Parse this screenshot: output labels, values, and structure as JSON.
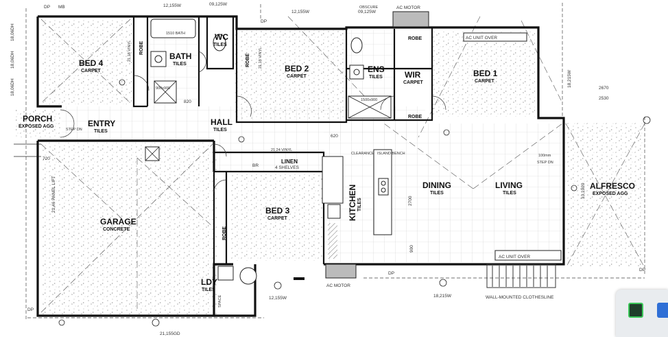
{
  "top_dims": {
    "dp": "DP",
    "mb": "MB",
    "w1": "12,155W",
    "w2": "09,125W",
    "w3": "12,155W",
    "obscure": "OBSCURE",
    "w4": "09,125W",
    "ac_motor_top": "AC MOTOR"
  },
  "left_dims": {
    "l1": "18,06DH",
    "l2": "18,06DH",
    "l3": "18,06DH"
  },
  "rooms": {
    "bed4": {
      "name": "BED 4",
      "floor": "CARPET"
    },
    "bath": {
      "name": "BATH",
      "floor": "TILES"
    },
    "wc": {
      "name": "WC",
      "floor": "TILES"
    },
    "bed2": {
      "name": "BED 2",
      "floor": "CARPET"
    },
    "ens": {
      "name": "ENS",
      "floor": "TILES"
    },
    "wir": {
      "name": "WIR",
      "floor": "CARPET"
    },
    "bed1": {
      "name": "BED 1",
      "floor": "CARPET"
    },
    "porch": {
      "name": "PORCH",
      "floor": "EXPOSED AGG"
    },
    "entry": {
      "name": "ENTRY",
      "floor": "TILES"
    },
    "hall": {
      "name": "HALL",
      "floor": "TILES"
    },
    "linen": {
      "name": "LINEN",
      "floor": "4 SHELVES"
    },
    "garage": {
      "name": "GARAGE",
      "floor": "CONCRETE"
    },
    "bed3": {
      "name": "BED 3",
      "floor": "CARPET"
    },
    "kitchen": {
      "name": "KITCHEN",
      "floor": "TILES"
    },
    "dining": {
      "name": "DINING",
      "floor": "TILES"
    },
    "living": {
      "name": "LIVING",
      "floor": "TILES"
    },
    "alfresco": {
      "name": "ALFRESCO",
      "floor": "EXPOSED AGG"
    },
    "ldy": {
      "name": "LDY",
      "floor": "TILES"
    }
  },
  "labels": {
    "robe": "ROBE",
    "br": "BR",
    "bath_size": "1510 BATH",
    "shower": "900x900",
    "ens_shower": "1500x900",
    "ac_unit_over": "AC UNIT OVER",
    "ac_unit_over_2": "AC UNIT OVER",
    "ac_motor_bottom": "AC MOTOR",
    "vinyl_top": "21,18 VINYL",
    "vinyl_hall": "21,24 VINYL",
    "panel_lift": "21,46 PANEL LIFT",
    "clearance": "CLEARANCE",
    "island_bench": "ISLAND BENCH",
    "step_dn": "STEP DN",
    "clothesline": "WALL-MOUNTED CLOTHESLINE",
    "dim_2670": "2670",
    "dim_2530": "2530",
    "dim_620": "620",
    "dim_720": "720",
    "dim_820": "820",
    "dim_900": "900",
    "dim_2700": "2700",
    "dim_100mm": "100mm",
    "bottom_w1": "12,155W",
    "bottom_w2": "18,215W",
    "bottom_gd": "21,155GD",
    "right_w": "18,215W",
    "alf_dim": "13,1920",
    "ldy_space": "SPACE",
    "dp_bottom": "DP"
  },
  "taskbar": {
    "icons": [
      "green-app-icon",
      "blue-app-icon"
    ]
  }
}
